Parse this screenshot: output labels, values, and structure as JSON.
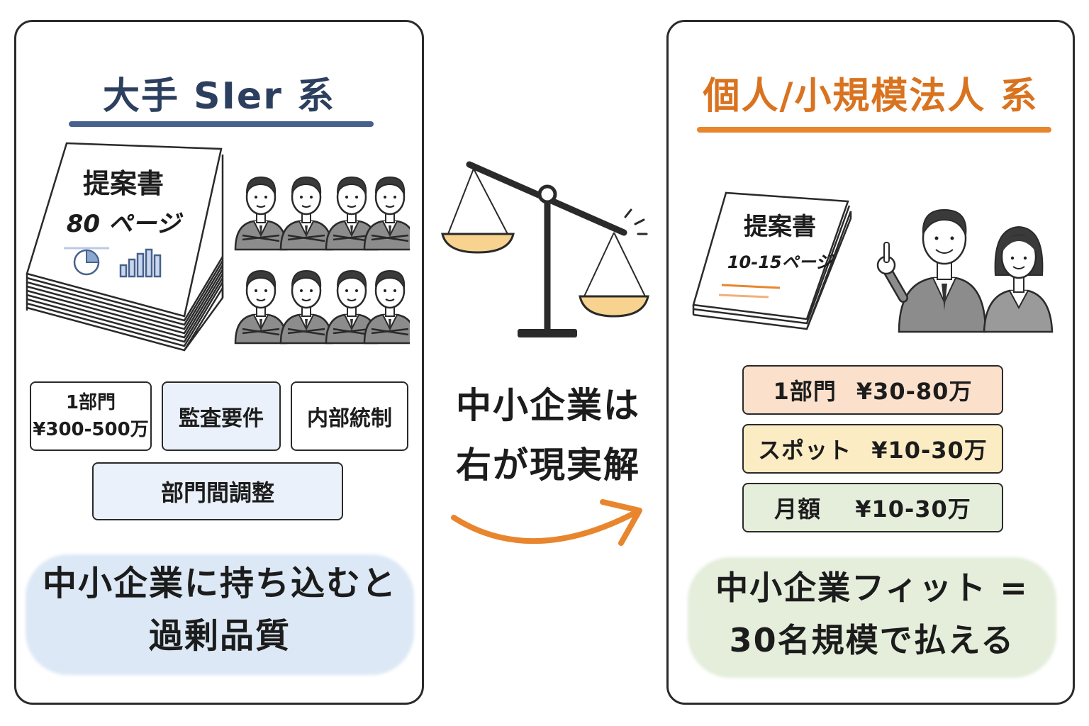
{
  "left": {
    "title": "大手 SIer 系",
    "doc_title": "提案書",
    "doc_pages": "80 ページ",
    "tags": {
      "dept_line1": "1部門",
      "dept_line2": "¥300-500万",
      "audit": "監査要件",
      "control": "内部統制",
      "coordination": "部門間調整"
    },
    "note_line1": "中小企業に持ち込むと",
    "note_line2": "過剰品質"
  },
  "center": {
    "line1": "中小企業は",
    "line2": "右が現実解"
  },
  "right": {
    "title": "個人/小規模法人 系",
    "doc_title": "提案書",
    "doc_pages": "10-15ページ",
    "prices": [
      {
        "label": "1部門",
        "amount": "¥30-80万"
      },
      {
        "label": "スポット",
        "amount": "¥10-30万"
      },
      {
        "label": "月額",
        "amount": "¥10-30万"
      }
    ],
    "note_line1": "中小企業フィット =",
    "note_line2": "30名規模で払える"
  },
  "colors": {
    "left_accent": "#47618c",
    "right_accent": "#e8852d",
    "blue_bg": "#dce8f5",
    "green_bg": "#e4eedb",
    "peach_bg": "#fbe0cc",
    "yellow_bg": "#fcecc4"
  }
}
